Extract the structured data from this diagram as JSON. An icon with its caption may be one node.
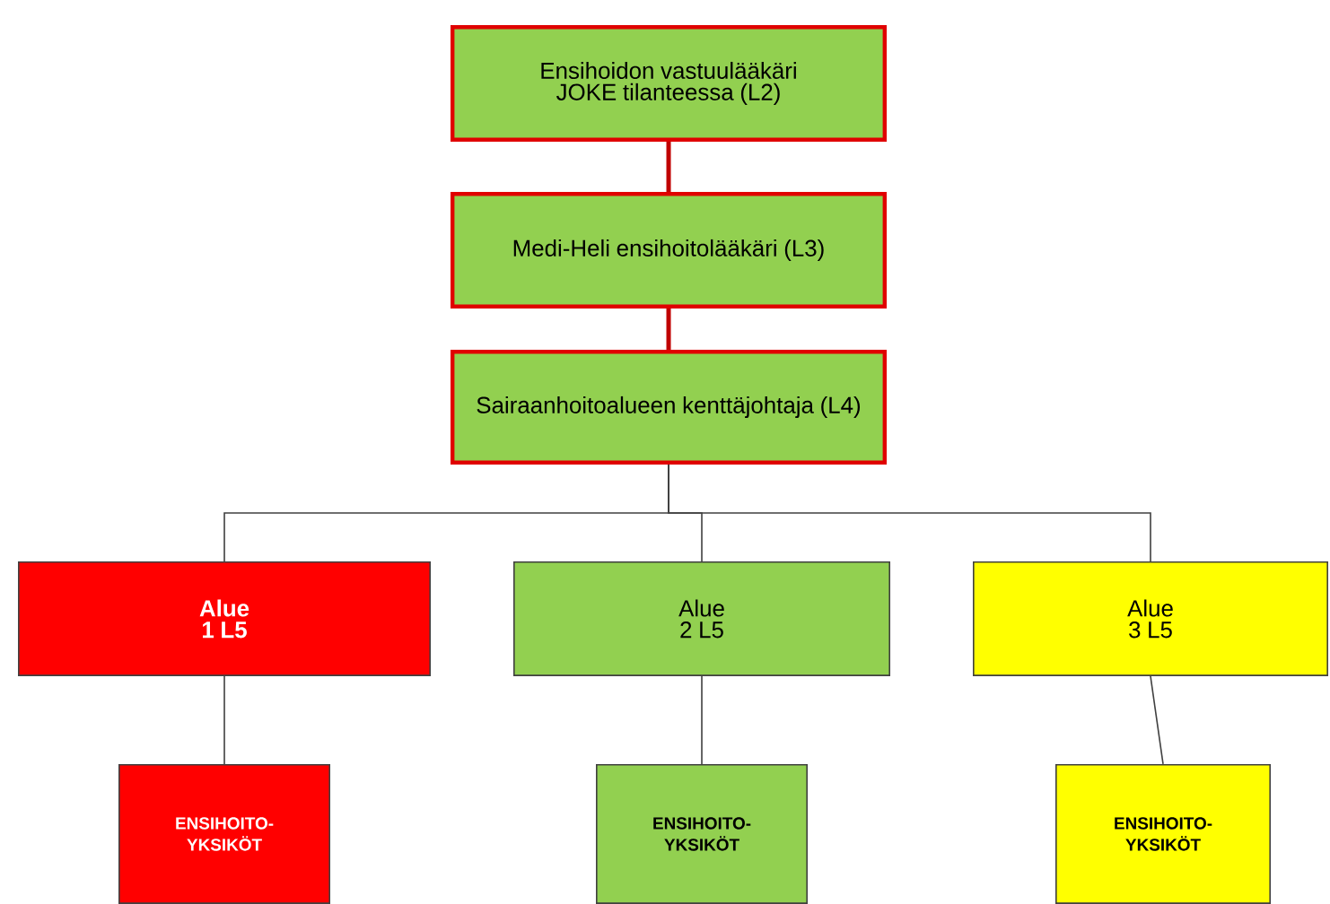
{
  "diagram": {
    "nodes": [
      {
        "text": [
          "Ensihoidon vastuulääkäri JOKE tilanteessa (L2)"
        ]
      },
      {
        "text": [
          "Medi-Heli ensihoitolääkäri (L3)"
        ]
      },
      {
        "text": [
          "Sairaanhoitoalueen kenttäjohtaja (L4)"
        ]
      },
      {
        "text": [
          "Alue 1 L5"
        ]
      },
      {
        "text": [
          "Alue 2 L5"
        ]
      },
      {
        "text": [
          "Alue 3 L5"
        ]
      },
      {
        "text": [
          "ENSIHOITO- YKSIKÖT"
        ]
      },
      {
        "text": [
          "ENSIHOITO- YKSIKÖT"
        ]
      },
      {
        "text": [
          "ENSIHOITO- YKSIKÖT"
        ]
      }
    ],
    "edges": [
      {
        "from": 0,
        "to": 1,
        "arrow": "none",
        "style": "thick",
        "color": "#c00000"
      },
      {
        "from": 1,
        "to": 2,
        "arrow": "none",
        "style": "thick",
        "color": "#c00000"
      },
      {
        "from": 2,
        "to": 3,
        "arrow": "none"
      },
      {
        "from": 2,
        "to": 4,
        "arrow": "none"
      },
      {
        "from": 2,
        "to": 5,
        "arrow": "none"
      },
      {
        "from": 3,
        "to": 6,
        "arrow": "none"
      },
      {
        "from": 4,
        "to": 7,
        "arrow": "none"
      },
      {
        "from": 5,
        "to": 8,
        "arrow": "none"
      }
    ]
  }
}
